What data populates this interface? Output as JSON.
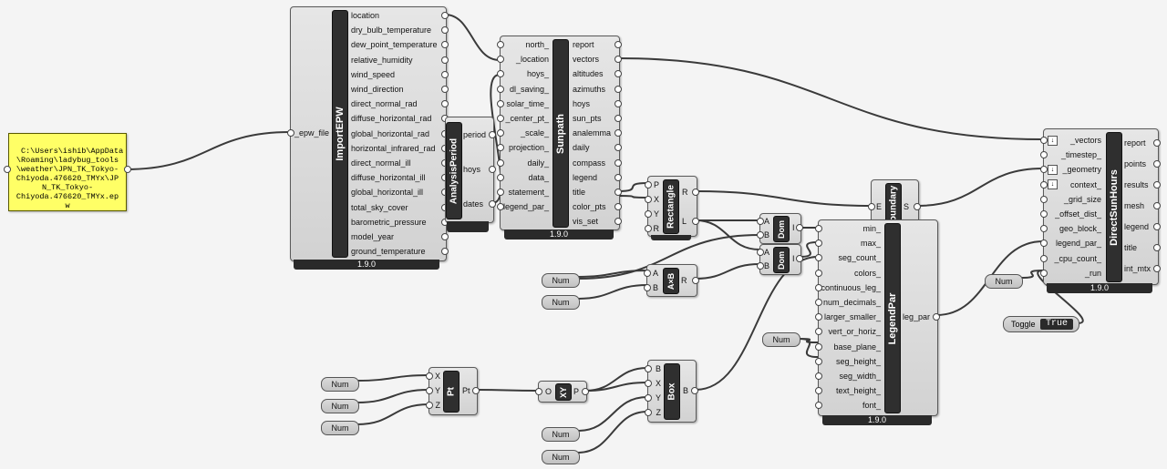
{
  "panel": {
    "text": "C:\\Users\\ishib\\AppData\n\\Roaming\\ladybug_tools\n\\weather\\JPN_TK_Tokyo-\nChiyoda.476620_TMYx\\JP\nN_TK_Tokyo-\nChiyoda.476620_TMYx.ep\nw"
  },
  "import_epw": {
    "title": "ImportEPW",
    "input": "_epw_file",
    "version": "1.9.0",
    "outputs": [
      "location",
      "dry_bulb_temperature",
      "dew_point_temperature",
      "relative_humidity",
      "wind_speed",
      "wind_direction",
      "direct_normal_rad",
      "diffuse_horizontal_rad",
      "global_horizontal_rad",
      "horizontal_infrared_rad",
      "direct_normal_ill",
      "diffuse_horizontal_ill",
      "global_horizontal_ill",
      "total_sky_cover",
      "barometric_pressure",
      "model_year",
      "ground_temperature"
    ]
  },
  "analysis_period": {
    "title": "AnalysisPeriod",
    "outputs": [
      "period",
      "hoys",
      "dates"
    ]
  },
  "sunpath": {
    "title": "Sunpath",
    "version": "1.9.0",
    "inputs": [
      "north_",
      "_location",
      "hoys_",
      "dl_saving_",
      "solar_time_",
      "_center_pt_",
      "_scale_",
      "projection_",
      "daily_",
      "data_",
      "statement_",
      "legend_par_"
    ],
    "outputs": [
      "report",
      "vectors",
      "altitudes",
      "azimuths",
      "hoys",
      "sun_pts",
      "analemma",
      "daily",
      "compass",
      "legend",
      "title",
      "color_pts",
      "vis_set"
    ]
  },
  "rectangle": {
    "title": "Rectangle",
    "inputs": [
      "P",
      "X",
      "Y",
      "R"
    ],
    "outputs": [
      "R",
      "L"
    ]
  },
  "dom1": {
    "title": "Dom",
    "inputs": [
      "A",
      "B"
    ],
    "outputs": [
      "I"
    ]
  },
  "dom2": {
    "title": "Dom",
    "inputs": [
      "A",
      "B"
    ],
    "outputs": [
      "I"
    ]
  },
  "axb": {
    "title": "A×B",
    "inputs": [
      "A",
      "B"
    ],
    "outputs": [
      "R"
    ]
  },
  "boundary": {
    "title": "Boundary",
    "inputs": [
      "E"
    ],
    "outputs": [
      "S"
    ]
  },
  "legend_par": {
    "title": "LegendPar",
    "version": "1.9.0",
    "inputs": [
      "min_",
      "max_",
      "seg_count_",
      "colors_",
      "continuous_leg_",
      "num_decimals_",
      "larger_smaller_",
      "vert_or_horiz_",
      "base_plane_",
      "seg_height_",
      "seg_width_",
      "text_height_",
      "font_"
    ],
    "outputs": [
      "leg_par"
    ]
  },
  "direct_sun_hours": {
    "title": "DirectSunHours",
    "version": "1.9.0",
    "inputs": [
      "_vectors",
      "_timestep_",
      "_geometry",
      "context_",
      "_grid_size",
      "_offset_dist_",
      "geo_block_",
      "legend_par_",
      "_cpu_count_",
      "_run"
    ],
    "outputs": [
      "report",
      "points",
      "results",
      "mesh",
      "legend",
      "title",
      "int_mtx"
    ]
  },
  "pt": {
    "title": "Pt",
    "inputs": [
      "X",
      "Y",
      "Z"
    ],
    "outputs": [
      "Pt"
    ]
  },
  "xy": {
    "title": "XY",
    "inputs": [
      "O"
    ],
    "outputs": [
      "P"
    ]
  },
  "box": {
    "title": "Box",
    "inputs": [
      "B",
      "X",
      "Y",
      "Z"
    ],
    "outputs": [
      "B"
    ]
  },
  "num_label": "Num",
  "toggle": {
    "label": "Toggle",
    "value": "True"
  }
}
